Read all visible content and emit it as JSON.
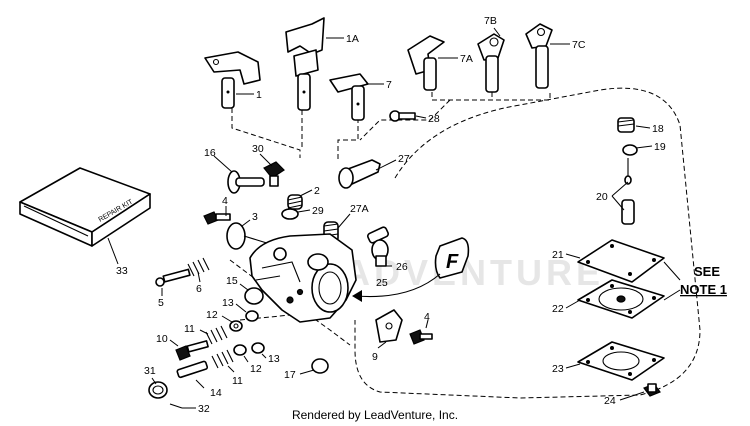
{
  "diagram": {
    "labels": {
      "l1": "1",
      "l1a": "1A",
      "l2": "2",
      "l3": "3",
      "l4a": "4",
      "l4b": "4",
      "l5": "5",
      "l6": "6",
      "l7": "7",
      "l7a": "7A",
      "l7b": "7B",
      "l7c": "7C",
      "l9": "9",
      "l10": "10",
      "l11a": "11",
      "l11b": "11",
      "l12a": "12",
      "l12b": "12",
      "l13a": "13",
      "l13b": "13",
      "l14": "14",
      "l15": "15",
      "l16": "16",
      "l17": "17",
      "l18": "18",
      "l19": "19",
      "l20": "20",
      "l21": "21",
      "l22": "22",
      "l23": "23",
      "l24": "24",
      "l25": "25",
      "l26": "26",
      "l27": "27",
      "l27a": "27A",
      "l28": "28",
      "l29": "29",
      "l30": "30",
      "l31": "31",
      "l32": "32",
      "l33": "33"
    },
    "kit_text": "REPAIR KIT",
    "flag_letter": "F",
    "note_line1": "SEE",
    "note_line2": "NOTE 1",
    "watermark": "LEADVENTURE",
    "footer": "Rendered by LeadVenture, Inc."
  }
}
